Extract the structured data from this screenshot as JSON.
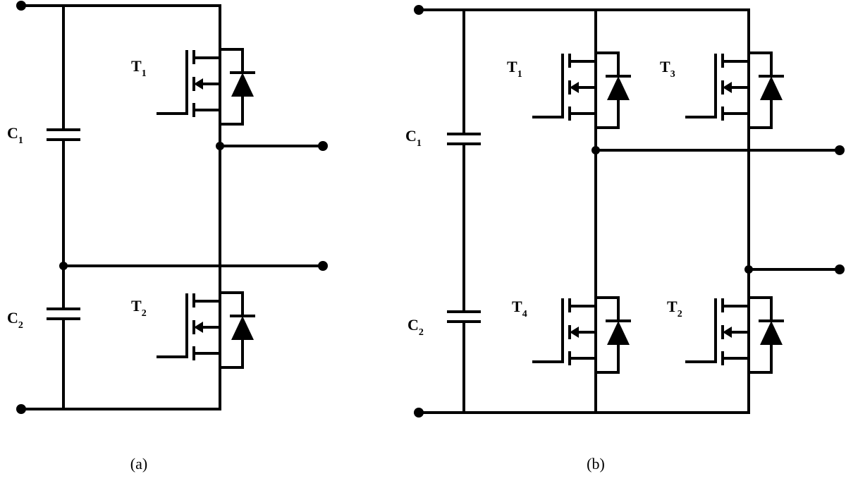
{
  "diagram_a": {
    "capacitors": [
      {
        "name": "C",
        "sub": "1"
      },
      {
        "name": "C",
        "sub": "2"
      }
    ],
    "switches": [
      {
        "name": "T",
        "sub": "1"
      },
      {
        "name": "T",
        "sub": "2"
      }
    ],
    "caption": "(a)"
  },
  "diagram_b": {
    "capacitors": [
      {
        "name": "C",
        "sub": "1"
      },
      {
        "name": "C",
        "sub": "2"
      }
    ],
    "switches": [
      {
        "name": "T",
        "sub": "1"
      },
      {
        "name": "T",
        "sub": "3"
      },
      {
        "name": "T",
        "sub": "4"
      },
      {
        "name": "T",
        "sub": "2"
      }
    ],
    "caption": "(b)"
  },
  "colors": {
    "line": "#000000",
    "background": "#ffffff"
  }
}
